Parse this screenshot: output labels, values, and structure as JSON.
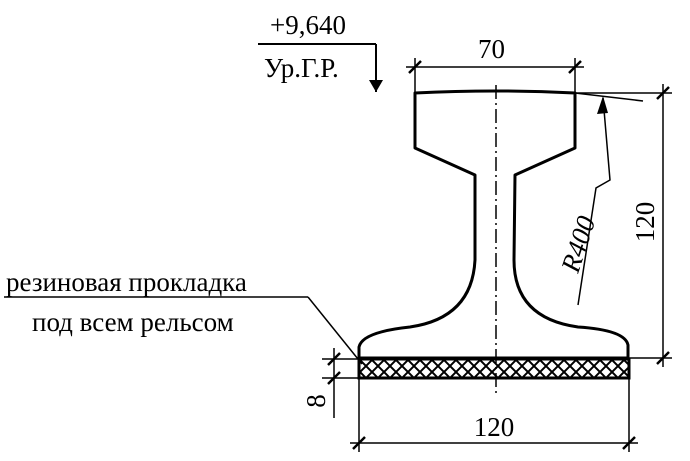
{
  "level": {
    "value": "+9,640",
    "label": "Ур.Г.Р."
  },
  "dimensions": {
    "head_width": "70",
    "rail_height": "120",
    "base_width": "120",
    "pad_thickness": "8",
    "radius": "R400"
  },
  "callout": {
    "line1": "резиновая прокладка",
    "line2": "под всем рельсом"
  },
  "colors": {
    "ink": "#000000",
    "background": "#ffffff"
  }
}
